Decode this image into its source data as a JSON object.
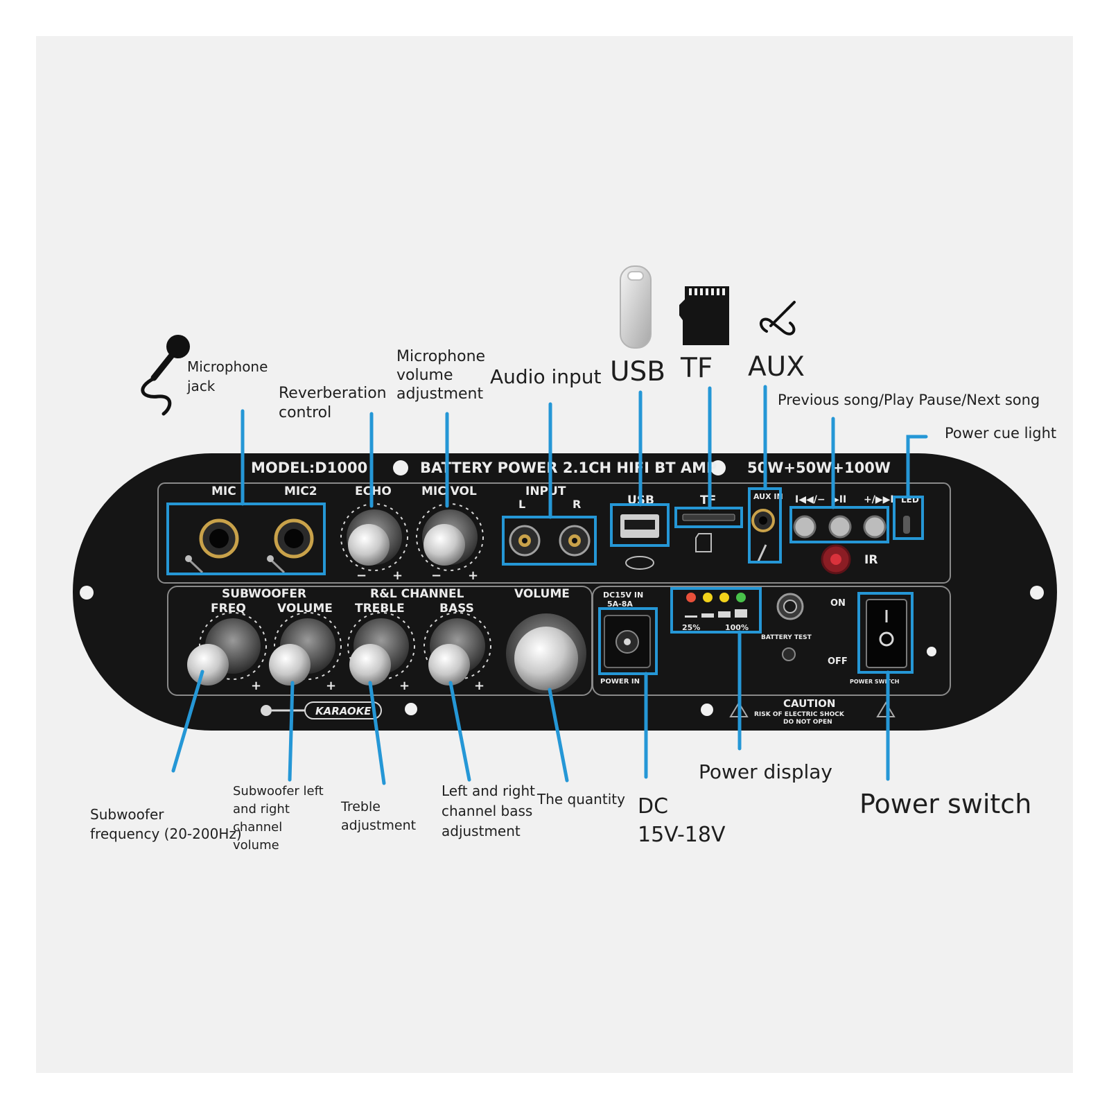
{
  "annotations": {
    "microphone_jack": [
      "Microphone",
      "jack"
    ],
    "reverberation_control": [
      "Reverberation",
      "control"
    ],
    "mic_volume_adjustment": [
      "Microphone",
      "volume",
      "adjustment"
    ],
    "audio_input": "Audio input",
    "usb": "USB",
    "tf": "TF",
    "aux": "AUX",
    "track_controls": "Previous song/Play Pause/Next song",
    "power_cue_light": "Power cue light",
    "subwoofer_frequency": [
      "Subwoofer",
      "frequency (20-200Hz)"
    ],
    "subwoofer_volume": [
      "Subwoofer left",
      "and right",
      "channel",
      "volume"
    ],
    "treble_adjustment": [
      "Treble",
      "adjustment"
    ],
    "bass_adjustment": [
      "Left and right",
      "channel bass",
      "adjustment"
    ],
    "quantity": "The quantity",
    "dc_input": [
      "DC",
      "15V-18V"
    ],
    "power_display": "Power display",
    "power_switch": "Power switch"
  },
  "panel": {
    "model": "MODEL:D1000",
    "title": "BATTERY POWER 2.1CH HIFI BT AMP",
    "power_rating": "50W+50W+100W",
    "labels": {
      "mic": "MIC",
      "mic2": "MIC2",
      "echo": "ECHO",
      "mic_vol": "MIC VOL",
      "input": "INPUT",
      "input_l": "L",
      "input_r": "R",
      "usb": "USB",
      "tf": "TF",
      "aux_in": "AUX IN",
      "prev": "I◀◀/−",
      "play": "▶II",
      "next": "+/▶▶I",
      "led": "LED",
      "ir": "IR",
      "subwoofer": "SUBWOOFER",
      "freq": "FREQ",
      "volume": "VOLUME",
      "rl_channel": "R&L CHANNEL",
      "treble": "TREBLE",
      "bass": "BASS",
      "volume_main": "VOLUME",
      "dc_in": [
        "DC15V IN",
        "5A-8A"
      ],
      "power_in": "POWER IN",
      "battery_low": "25%",
      "battery_full": "100%",
      "battery_test": "BATTERY TEST",
      "on": "ON",
      "off": "OFF",
      "power_switch": "POWER SWITCH",
      "caution": "CAUTION",
      "caution_sub": [
        "RISK OF ELECTRIC SHOCK",
        "DO NOT OPEN"
      ],
      "karaoke": "KARAOKE",
      "minus": "−",
      "plus": "+"
    }
  },
  "colors": {
    "accent": "#2597d6",
    "panel": "#151515",
    "led_red": "#e8503a",
    "led_yellow": "#f2d21b",
    "led_green": "#49c24a"
  },
  "icons": [
    "microphone-icon",
    "usb-drive-icon",
    "tf-card-icon",
    "aux-cable-icon"
  ]
}
